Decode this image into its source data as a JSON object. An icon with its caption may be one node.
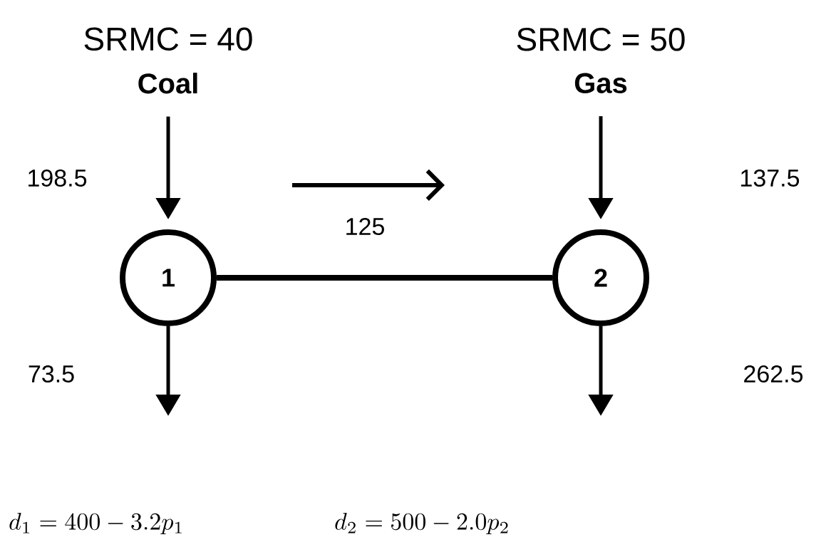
{
  "diagram": {
    "nodes": [
      {
        "text": [
          "SRMC = 40",
          "Coal"
        ]
      },
      {
        "text": [
          "SRMC = 50",
          "Gas"
        ]
      },
      {
        "text": [
          "1"
        ]
      },
      {
        "text": [
          "2"
        ]
      }
    ],
    "edges": [
      {
        "from": 0,
        "to": 2,
        "arrow": "to"
      },
      {
        "from": 1,
        "to": 3,
        "arrow": "to"
      },
      {
        "from": 2,
        "to": 3,
        "arrow": "none"
      },
      {
        "from": 2,
        "to": null,
        "arrow": "to"
      },
      {
        "from": 3,
        "to": null,
        "arrow": "to"
      }
    ],
    "labels": [
      "198.5",
      "125",
      "137.5",
      "73.5",
      "262.5",
      "d_1 = 400 - 3.2p_1",
      "d_2 = 500 - 2.0p_2"
    ]
  }
}
